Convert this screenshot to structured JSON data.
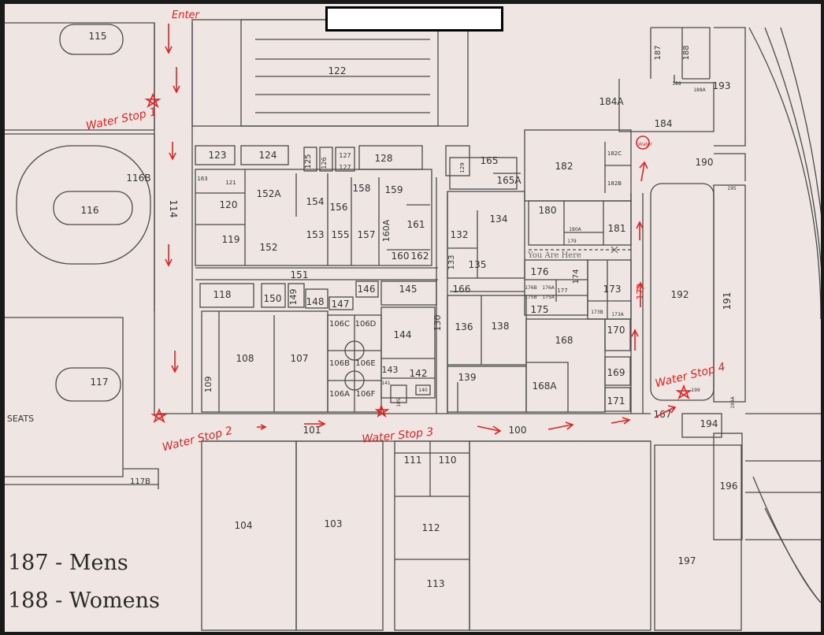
{
  "map": {
    "rooms": [
      "115",
      "116",
      "116B",
      "117",
      "117B",
      "114",
      "122",
      "123",
      "124",
      "125",
      "126",
      "127",
      "127",
      "128",
      "129",
      "165",
      "165A",
      "182",
      "182C",
      "182B",
      "187",
      "188",
      "189",
      "188A",
      "193",
      "184A",
      "184",
      "190",
      "121",
      "163",
      "152A",
      "154",
      "156",
      "158",
      "159",
      "120",
      "161",
      "160A",
      "134",
      "132",
      "180",
      "180A",
      "179",
      "181",
      "119",
      "153",
      "155",
      "157",
      "152",
      "160",
      "162",
      "135",
      "133",
      "151",
      "166",
      "176",
      "176B",
      "176A",
      "177",
      "174",
      "173",
      "175B",
      "175A",
      "175",
      "173B",
      "173A",
      "192",
      "191",
      "118",
      "150",
      "149",
      "148",
      "147",
      "146",
      "145",
      "172",
      "106C",
      "106D",
      "144",
      "130",
      "136",
      "138",
      "170",
      "108",
      "107",
      "106B",
      "106E",
      "143",
      "142",
      "168",
      "169",
      "109",
      "141",
      "140",
      "106A",
      "106F",
      "105",
      "104",
      "139",
      "168A",
      "171",
      "167",
      "194",
      "196",
      "197",
      "111",
      "110",
      "112",
      "113",
      "103",
      "100",
      "101",
      "SEATS",
      "195",
      "199",
      "199A"
    ],
    "you_are_here": "You Are Here",
    "handwritten": {
      "enter": "Enter",
      "water_stop_1": "Water Stop 1",
      "water_stop_2": "Water Stop 2",
      "water_stop_3": "Water Stop 3",
      "water_stop_4": "Water Stop 4",
      "circle_label": "Water"
    },
    "legend": {
      "mens": "187 - Mens",
      "womens": "188 - Womens"
    }
  },
  "colors": {
    "paper": "#efe6e4",
    "walls": "#444444",
    "annotation": "#e02424",
    "redaction": "#ffffff"
  }
}
